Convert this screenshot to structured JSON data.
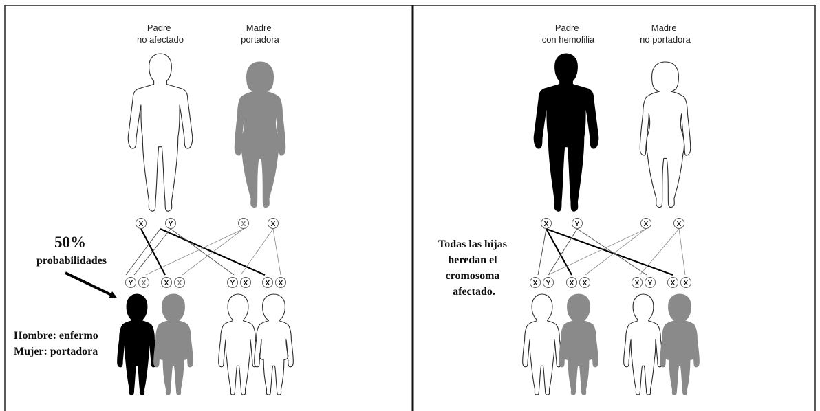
{
  "colors": {
    "affected": "#000000",
    "carrier": "#8a8a8a",
    "unaffected": "#ffffff",
    "outline": "#2a2a2a"
  },
  "panels": [
    {
      "father_label": [
        "Padre",
        "no afectado"
      ],
      "mother_label": [
        "Madre",
        "portadora"
      ],
      "father_status": "unaffected",
      "mother_status": "carrier",
      "father_chromosomes": [
        "X",
        "Y"
      ],
      "mother_chromosomes": [
        "X",
        "X"
      ],
      "children": [
        {
          "chromosomes": [
            "Y",
            "X"
          ],
          "status": "affected"
        },
        {
          "chromosomes": [
            "X",
            "X"
          ],
          "status": "carrier"
        },
        {
          "chromosomes": [
            "Y",
            "X"
          ],
          "status": "unaffected"
        },
        {
          "chromosomes": [
            "X",
            "X"
          ],
          "status": "unaffected"
        }
      ],
      "annotation_top": [
        "50%",
        "probabilidades"
      ],
      "annotation_bottom": [
        "Hombre: enfermo",
        "Mujer: portadora"
      ]
    },
    {
      "father_label": [
        "Padre",
        "con hemofilia"
      ],
      "mother_label": [
        "Madre",
        "no portadora"
      ],
      "father_status": "affected",
      "mother_status": "unaffected",
      "father_chromosomes": [
        "X",
        "Y"
      ],
      "mother_chromosomes": [
        "X",
        "X"
      ],
      "children": [
        {
          "chromosomes": [
            "X",
            "Y"
          ],
          "status": "unaffected"
        },
        {
          "chromosomes": [
            "X",
            "X"
          ],
          "status": "carrier"
        },
        {
          "chromosomes": [
            "X",
            "Y"
          ],
          "status": "unaffected"
        },
        {
          "chromosomes": [
            "X",
            "X"
          ],
          "status": "carrier"
        }
      ],
      "annotation_text": [
        "Todas las hijas",
        "heredan el",
        "cromosoma",
        "afectado."
      ]
    }
  ]
}
